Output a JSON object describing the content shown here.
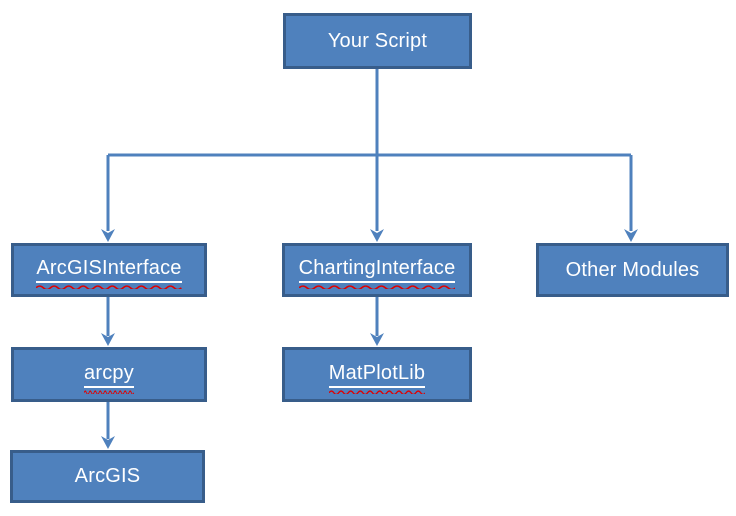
{
  "diagram": {
    "type": "flowchart",
    "background": "#ffffff",
    "colors": {
      "box_fill": "#4f81bd",
      "box_border": "#385d8a",
      "connector": "#4f81bd",
      "label_text": "#ffffff",
      "spellcheck_underline": "#e00000"
    },
    "nodes": {
      "your_script": {
        "label": "Your Script",
        "underlined": false
      },
      "arcgis_interface": {
        "label": "ArcGISInterface",
        "underlined": true
      },
      "charting_interface": {
        "label": "ChartingInterface",
        "underlined": true
      },
      "other_modules": {
        "label": "Other Modules",
        "underlined": false
      },
      "arcpy": {
        "label": "arcpy",
        "underlined": true
      },
      "matplotlib": {
        "label": "MatPlotLib",
        "underlined": true
      },
      "arcgis": {
        "label": "ArcGIS",
        "underlined": false
      }
    },
    "edges": [
      {
        "from": "your_script",
        "to": "arcgis_interface"
      },
      {
        "from": "your_script",
        "to": "charting_interface"
      },
      {
        "from": "your_script",
        "to": "other_modules"
      },
      {
        "from": "arcgis_interface",
        "to": "arcpy"
      },
      {
        "from": "charting_interface",
        "to": "matplotlib"
      },
      {
        "from": "arcpy",
        "to": "arcgis"
      }
    ]
  }
}
